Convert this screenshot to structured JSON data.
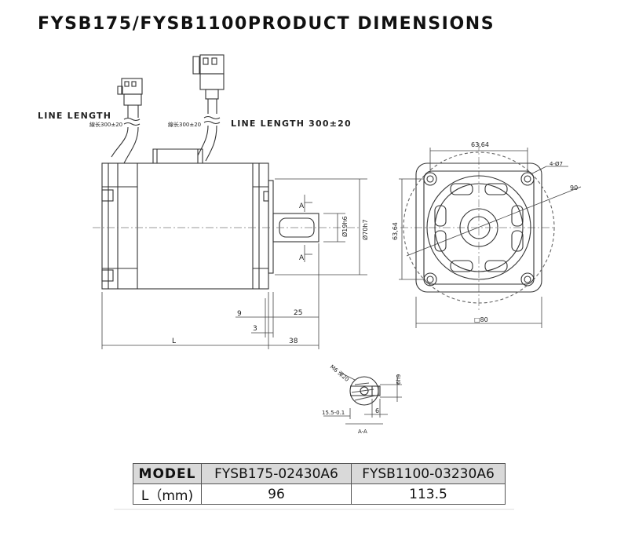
{
  "title": "FYSB175/FYSB1100PRODUCT DIMENSIONS",
  "drawing": {
    "callouts": {
      "line_length_left": "LINE LENGTH",
      "line_length_right": "LINE LENGTH 300±20",
      "cable_mark_left": "線长300±20",
      "cable_mark_right": "線长300±20"
    },
    "side_view": {
      "dim_L": "L",
      "dim_9": "9",
      "dim_3": "3",
      "dim_25": "25",
      "dim_38": "38",
      "shaft_dia": "Ø19h6",
      "pilot_dia": "Ø70h7",
      "section_mark": "A"
    },
    "front_view": {
      "dim_top": "63,64",
      "dim_side": "63,64",
      "dim_bottom": "□80",
      "holes": "4-Ø7",
      "circle": "90"
    },
    "section_view": {
      "thread": "M6 深20",
      "key": "6h9",
      "width": "6",
      "depth": "15.5-0.1",
      "label": "A-A"
    }
  },
  "table": {
    "header": {
      "label": "MODEL",
      "col1": "FYSB175-02430A6",
      "col2": "FYSB1100-03230A6"
    },
    "row": {
      "label": "L（mm)",
      "col1": "96",
      "col2": "113.5"
    }
  }
}
